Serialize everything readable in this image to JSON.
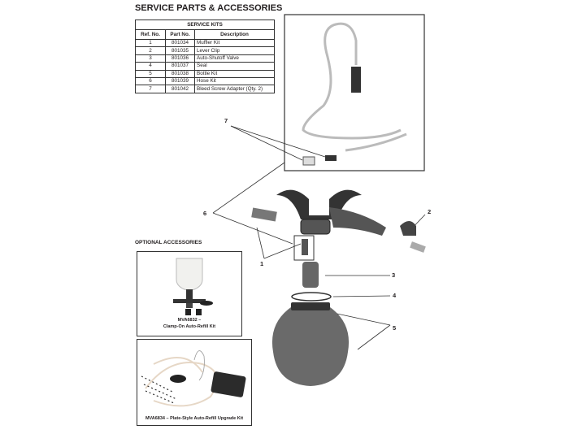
{
  "title": "SERVICE PARTS & ACCESSORIES",
  "service_kits": {
    "heading": "SERVICE KITS",
    "columns": [
      "Ref. No.",
      "Part No.",
      "Description"
    ],
    "rows": [
      [
        "1",
        "801034",
        "Muffler Kit"
      ],
      [
        "2",
        "801035",
        "Lever Clip"
      ],
      [
        "3",
        "801036",
        "Auto-Shutoff Valve"
      ],
      [
        "4",
        "801037",
        "Seal"
      ],
      [
        "5",
        "801038",
        "Bottle Kit"
      ],
      [
        "6",
        "801039",
        "Hose Kit"
      ],
      [
        "7",
        "801042",
        "Bleed Screw Adapter (Qty. 2)"
      ]
    ]
  },
  "optional_accessories": {
    "heading": "OPTIONAL ACCESSORIES",
    "items": [
      {
        "part": "MVA6832 –",
        "name": "Clamp-On Auto-Refill Kit"
      },
      {
        "caption": "MVA6834 – Plate-Style Auto-Refill Upgrade Kit"
      }
    ]
  },
  "callouts": [
    "1",
    "2",
    "3",
    "4",
    "5",
    "6",
    "7"
  ]
}
